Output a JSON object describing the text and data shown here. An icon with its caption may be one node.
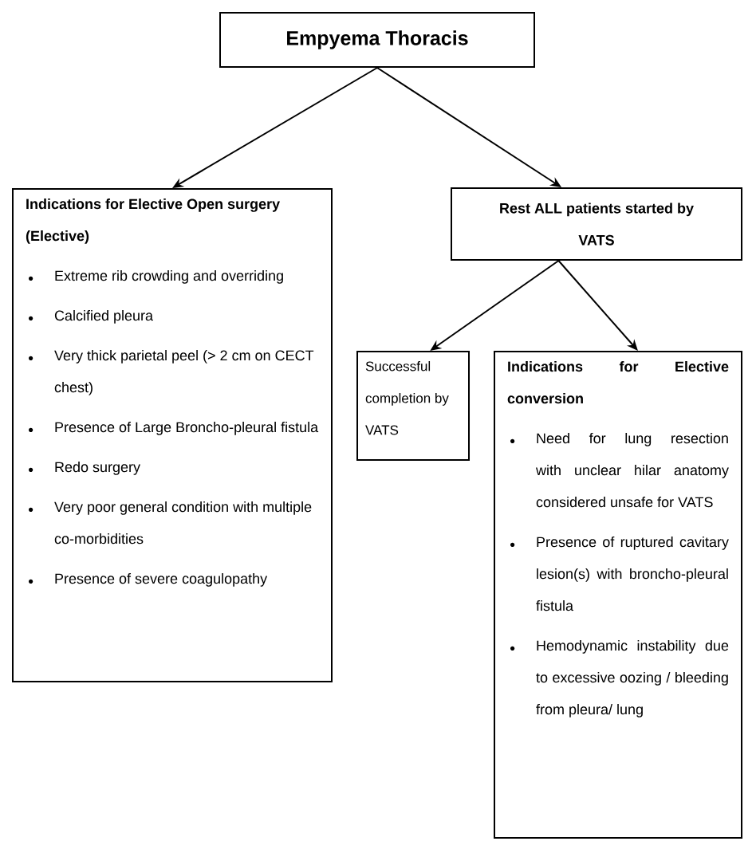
{
  "diagram": {
    "nodes": [
      {
        "text": [
          "Empyema Thoracis"
        ]
      },
      {
        "text": [
          "Indications for Elective Open surgery (Elective)",
          "Extreme rib crowding and overriding",
          "Calcified pleura",
          "Very thick parietal peel (> 2 cm on CECT chest)",
          "Presence of Large Broncho-pleural fistula",
          "Redo surgery",
          "Very poor general condition with multiple co-morbidities",
          "Presence of severe coagulopathy"
        ]
      },
      {
        "text": [
          "Rest ALL patients started by VATS"
        ]
      },
      {
        "text": [
          "Successful completion by VATS"
        ]
      },
      {
        "text": [
          "Indications for Elective conversion",
          "Need for lung resection with unclear hilar anatomy considered unsafe for VATS",
          "Presence of ruptured cavitary lesion(s) with broncho-pleural fistula",
          "Hemodynamic instability due to excessive oozing / bleeding from pleura/ lung"
        ]
      }
    ],
    "edges": [
      {
        "from": 0,
        "to": 1,
        "arrow": "to"
      },
      {
        "from": 0,
        "to": 2,
        "arrow": "to"
      },
      {
        "from": 2,
        "to": 3,
        "arrow": "to"
      },
      {
        "from": 2,
        "to": 4,
        "arrow": "to"
      }
    ]
  }
}
